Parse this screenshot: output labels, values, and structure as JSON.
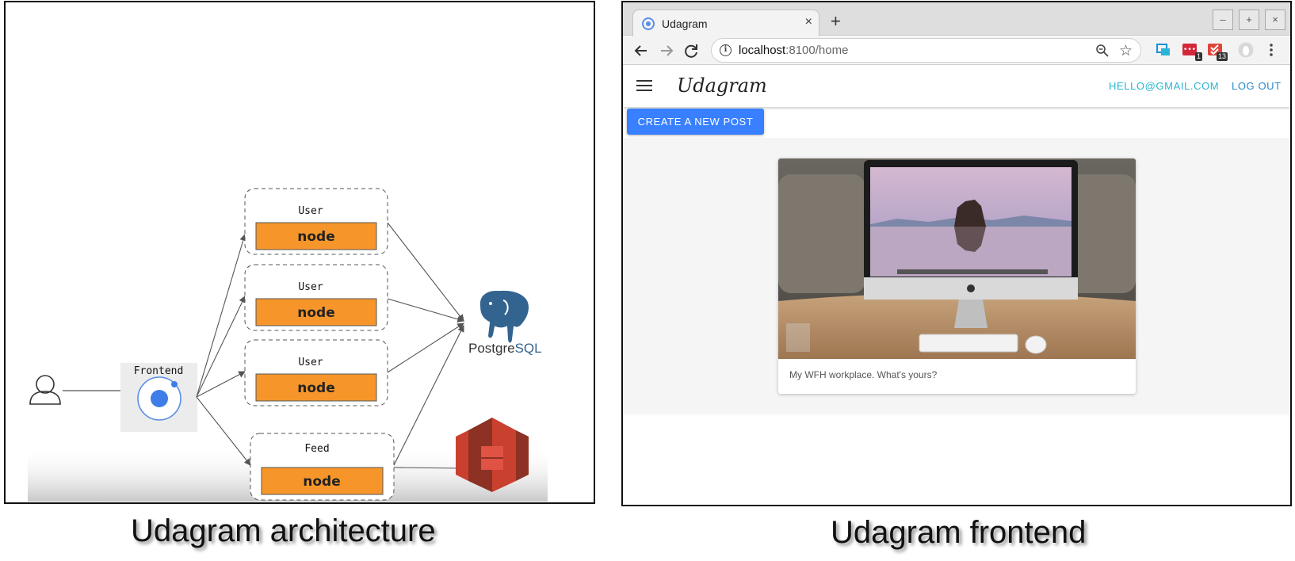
{
  "architecture": {
    "services": [
      {
        "label": "User"
      },
      {
        "label": "User"
      },
      {
        "label": "User"
      },
      {
        "label": "Feed"
      }
    ],
    "frontend_label": "Frontend",
    "node_logo_text": "node",
    "postgres_text_1": "Postgre",
    "postgres_text_2": "SQL",
    "icons": [
      "user-icon",
      "ionic-icon",
      "nodejs-logo",
      "postgresql-elephant-icon",
      "aws-s3-icon"
    ],
    "colors": {
      "node_box": "#f6962a",
      "ionic_blue": "#3f7ee8",
      "postgres_blue": "#33648f",
      "s3_red": "#c9402f"
    }
  },
  "captions": {
    "left": "Udagram architecture",
    "right": "Udagram frontend"
  },
  "browser": {
    "tab_title": "Udagram",
    "url_host": "localhost",
    "url_path": ":8100/home",
    "ext_badge_1": "1",
    "ext_badge_2": "13",
    "window_controls": {
      "minimize": "–",
      "maximize": "+",
      "close": "×"
    },
    "tab_close": "×",
    "new_tab": "+"
  },
  "app": {
    "title": "Udagram",
    "user_email": "HELLO@GMAIL.COM",
    "logout_label": "LOG OUT",
    "create_post_label": "CREATE A NEW POST",
    "posts": [
      {
        "caption": "My WFH workplace. What's yours?"
      }
    ],
    "colors": {
      "primary_button": "#3880ff",
      "email_link": "#29b6d0",
      "logout_link": "#2a89c8"
    }
  }
}
